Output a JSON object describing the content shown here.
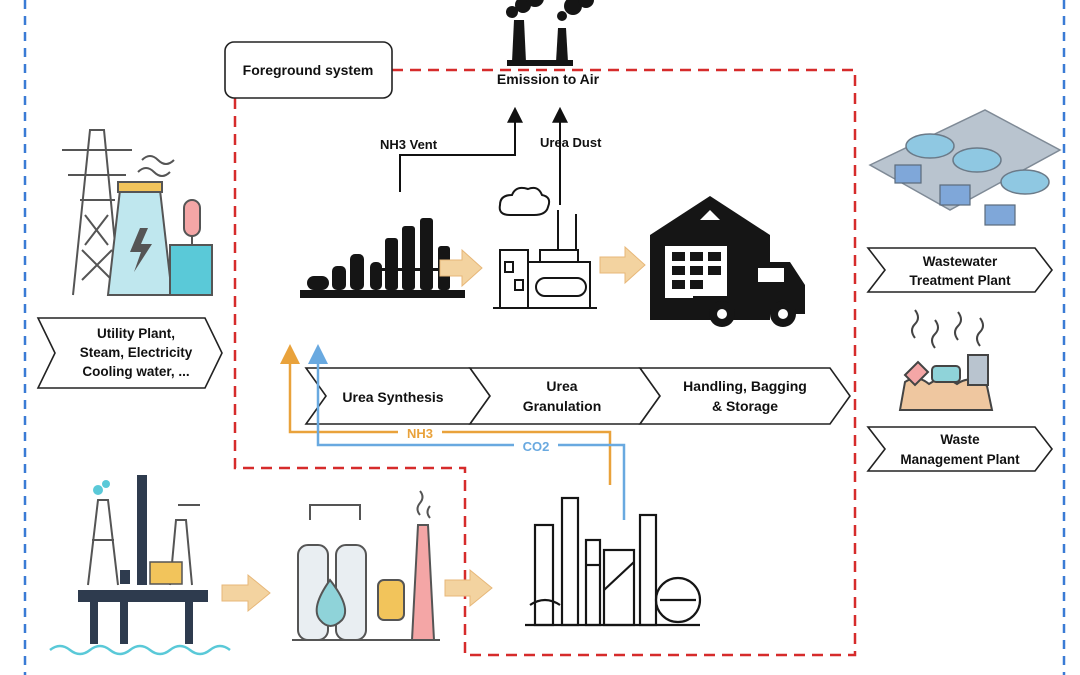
{
  "foreground_label": "Foreground system",
  "emission_label": "Emission to Air",
  "vents": {
    "nh3_vent": "NH3 Vent",
    "urea_dust": "Urea Dust"
  },
  "stages": [
    {
      "label": "Urea Synthesis"
    },
    {
      "label_line1": "Urea",
      "label_line2": "Granulation"
    },
    {
      "label_line1": "Handling, Bagging",
      "label_line2": "& Storage"
    }
  ],
  "flows": {
    "nh3": "NH3",
    "co2": "CO2"
  },
  "utility": {
    "line1": "Utility Plant,",
    "line2": "Steam, Electricity",
    "line3": "Cooling water, ..."
  },
  "wastewater": {
    "line1": "Wastewater",
    "line2": "Treatment Plant"
  },
  "waste": {
    "line1": "Waste",
    "line2": "Management Plant"
  },
  "colors": {
    "foreground_border": "#d62b2b",
    "outer_border": "#3a7bd5",
    "nh3_line": "#e9a23b",
    "co2_line": "#69a9e0",
    "flow_arrow": "#f3d3a0",
    "icon_dark": "#151515"
  }
}
